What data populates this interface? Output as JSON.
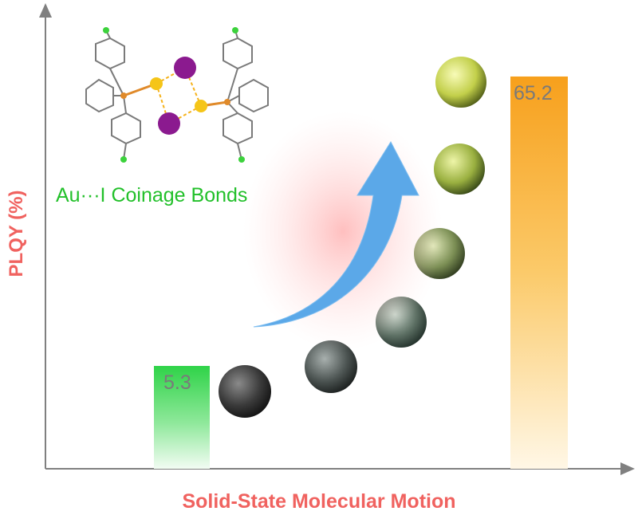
{
  "chart_data": {
    "type": "bar",
    "categories": [
      "",
      ""
    ],
    "values": [
      5.3,
      65.2
    ],
    "data_labels": [
      "5.3",
      "65.2"
    ],
    "ylabel": "PLQY (%)",
    "xlabel": "Solid-State Molecular Motion",
    "title": "",
    "annotation": "Au···I Coinage Bonds",
    "ylim": [
      0,
      75
    ],
    "grid": false,
    "legend": "none",
    "bar_colors": [
      "#3ddc50",
      "#f9a21a"
    ]
  },
  "colors": {
    "axis_label": "#f0625f",
    "annotation": "#22c02a",
    "arrow": "#5ba8e8",
    "gold_atom": "#f5c518",
    "iodine_atom": "#8b1a8f",
    "phosphorus_atom": "#e08a2a",
    "chlorine_atom": "#3cd23c"
  }
}
